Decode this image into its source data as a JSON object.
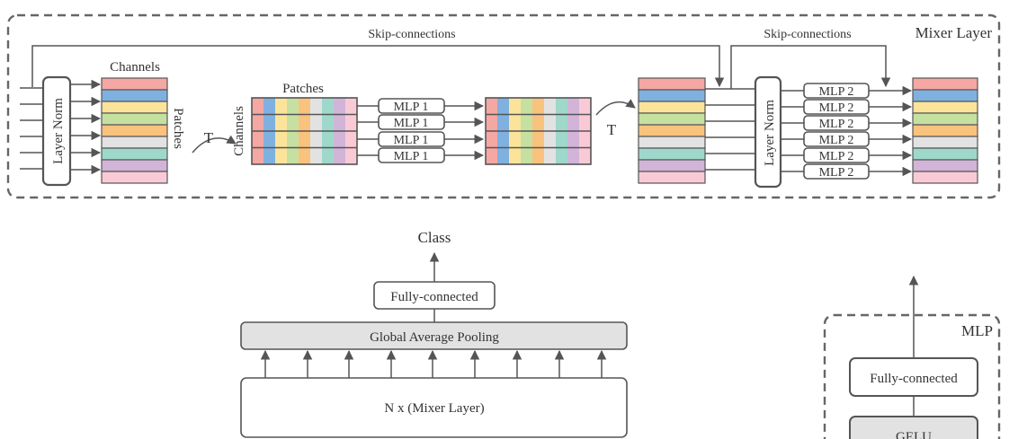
{
  "mixer_layer": {
    "title": "Mixer Layer",
    "skip_label_1": "Skip-connections",
    "skip_label_2": "Skip-connections",
    "layer_norm_1": "Layer Norm",
    "layer_norm_2": "Layer Norm",
    "channels_label_top": "Channels",
    "patches_label_side": "Patches",
    "patches_label_top": "Patches",
    "channels_label_side": "Channels",
    "transpose_1": "T",
    "transpose_2": "T",
    "mlp1_blocks": [
      "MLP 1",
      "MLP 1",
      "MLP 1",
      "MLP 1"
    ],
    "mlp2_blocks": [
      "MLP 2",
      "MLP 2",
      "MLP 2",
      "MLP 2",
      "MLP 2",
      "MLP 2"
    ]
  },
  "palette": [
    "#f4a7a3",
    "#7fb1e0",
    "#fbe49a",
    "#c6e0a1",
    "#f9c27d",
    "#e2e2e2",
    "#9ed8cb",
    "#d1b4d8",
    "#f9cad6"
  ],
  "model": {
    "class_label": "Class",
    "fully_connected": "Fully-connected",
    "global_avg_pool": "Global Average Pooling",
    "mixer_stack": "N x (Mixer Layer)"
  },
  "mlp": {
    "title": "MLP",
    "fully_connected": "Fully-connected",
    "gelu": "GELU"
  }
}
